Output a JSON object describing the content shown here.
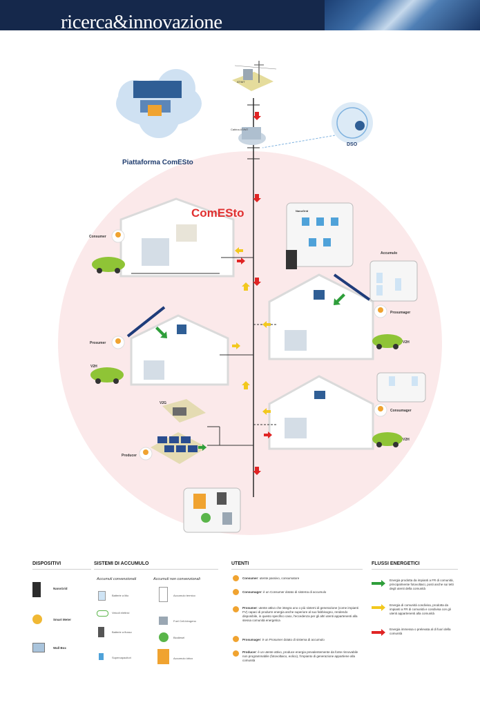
{
  "header": {
    "title": "ricerca&innovazione"
  },
  "diagram": {
    "platform_label": "Piattaforma ComESto",
    "community_label": "ComESto",
    "dso_label": "DSO",
    "grid_label": "AT/MT",
    "substation_label": "Cabina AT/MT",
    "nanogrid_label": "NanoGrid",
    "roles": {
      "consumer": "Consumer",
      "prosumer": "Prosumer",
      "producer": "Producer",
      "prosumager": "Prosumager",
      "consumager": "Consumager",
      "accumulo": "Accumulo",
      "v2g": "V2G",
      "v2h_left": "V2H",
      "v2h_right1": "V2H",
      "v2h_right2": "V2H"
    }
  },
  "legend": {
    "dispositivi": {
      "heading": "DISPOSITIVI",
      "items": [
        "NanoGrid",
        "Smart Meter",
        "Wall Box"
      ]
    },
    "sistemi": {
      "heading": "SISTEMI DI ACCUMULO",
      "conv_heading": "Accumuli convenzionali",
      "conv_items": [
        "Batterie a litio",
        "Veicoli elettrici",
        "Batterie a flusso",
        "Supercapacitori"
      ],
      "nonconv_heading": "Accumuli non convenzionali",
      "nonconv_items": [
        "Accumulo termico",
        "Fuel Cell-Idrogeno",
        "Biodiesel",
        "Accumulo idrico"
      ]
    },
    "utenti": {
      "heading": "UTENTI",
      "items": [
        {
          "role": "Consumer",
          "text": ": utente passivo, consumatore"
        },
        {
          "role": "Consumager",
          "text": ": è un Consumer dotato di sistema di accumulo"
        },
        {
          "role": "Prosumer",
          "text": ": utente attivo che integra uno o più sistemi di generazione (come impianti FV) capaci di produrre energia anche superiore al suo fabbisogno, rendendo disponibile, in questo specifico caso, l'eccedenza per gli altri utenti appartenenti alla stessa comunità energetica"
        },
        {
          "role": "Prosumager",
          "text": ": è un Prosumer dotato di sistema di accumulo"
        },
        {
          "role": "Producer",
          "text": ": è un utente attivo, produce energia prevalentemente da fonte rinnovabile non programmabile (fotovoltaico, eolico), l'impianto di generazione appartiene alla comunità"
        }
      ]
    },
    "flussi": {
      "heading": "FLUSSI ENERGETICI",
      "items": [
        {
          "color": "#2e9e3a",
          "text": "Energia prodotta da impianti a FR di comunità, principalmente fotovoltaici, posti anche sui tetti degli utenti della comunità"
        },
        {
          "color": "#f2c81e",
          "text": "Energia di comunità condivisa, prodotta da impianti a FR di comunità e condivisa con gli utenti appartenenti alla comunità"
        },
        {
          "color": "#e02424",
          "text": "Energia immessa o prelevata al di fuori della comunità"
        }
      ]
    }
  }
}
